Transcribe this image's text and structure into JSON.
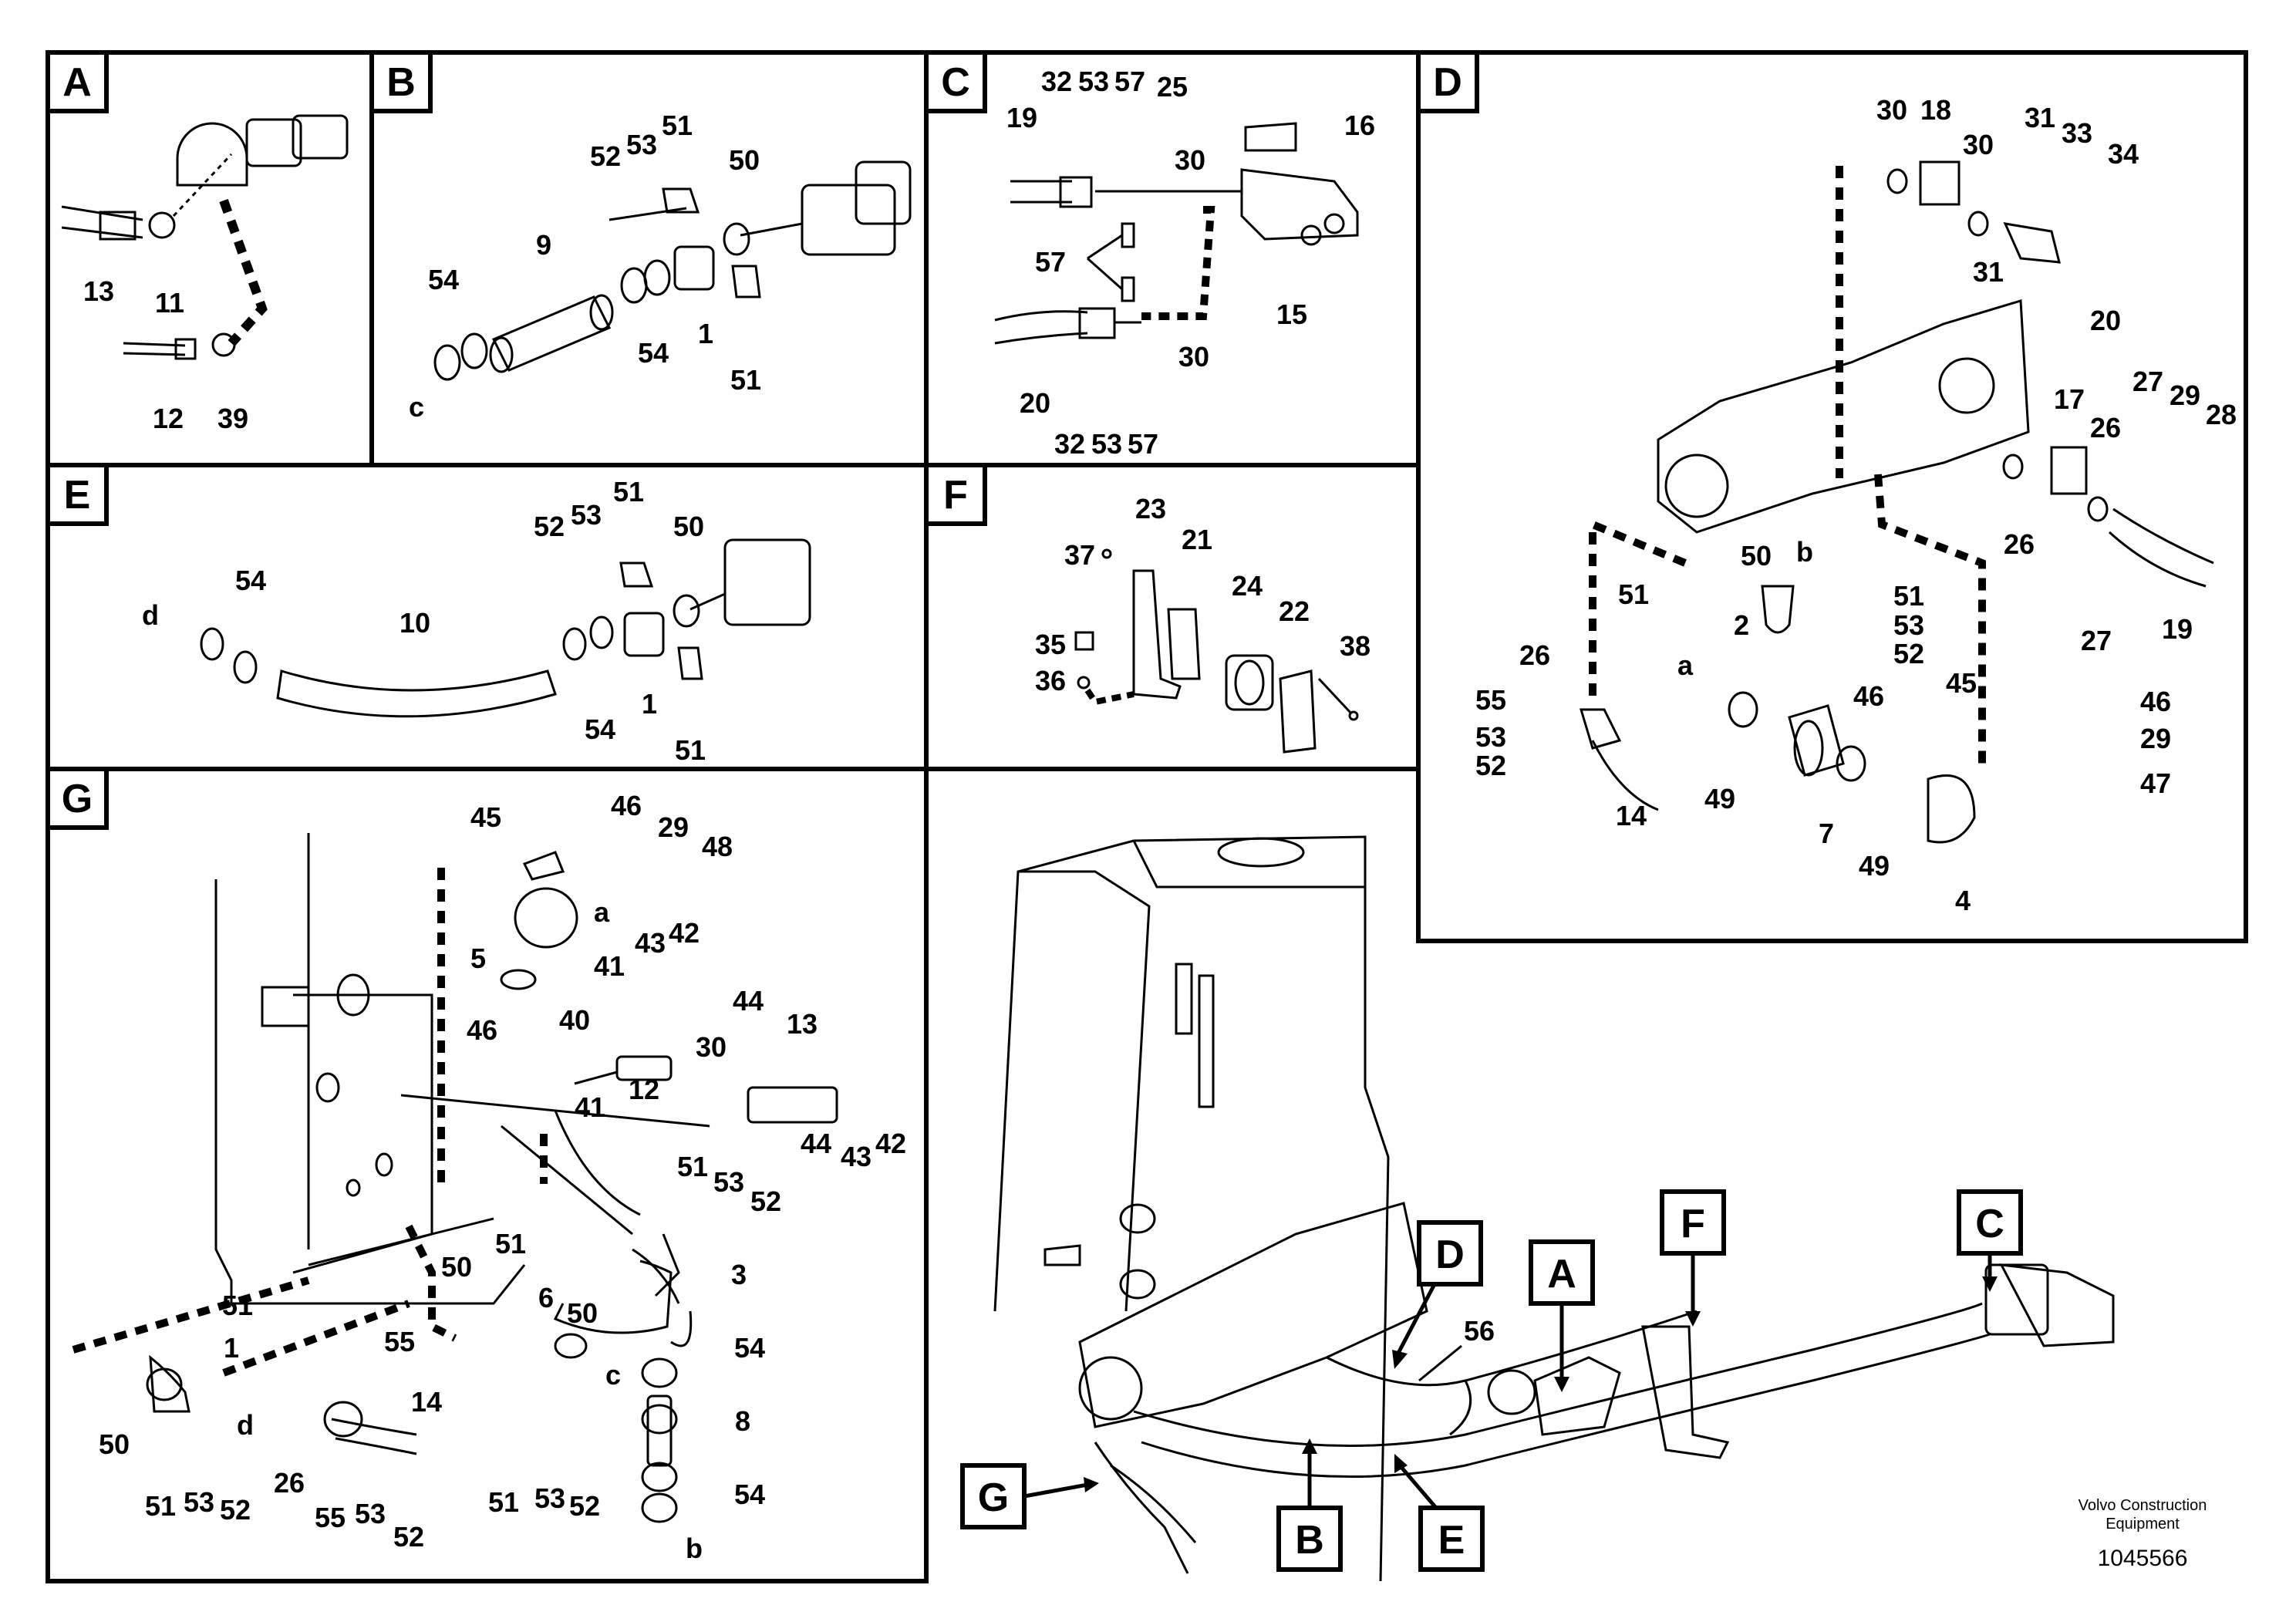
{
  "panels": {
    "A": {
      "letter": "A",
      "labels": [
        "13",
        "11",
        "12",
        "39"
      ]
    },
    "B": {
      "letter": "B",
      "labels": [
        "52",
        "53",
        "51",
        "50",
        "9",
        "54",
        "1",
        "54",
        "51",
        "c"
      ]
    },
    "C": {
      "letter": "C",
      "labels": [
        "32",
        "53",
        "57",
        "25",
        "19",
        "30",
        "16",
        "57",
        "15",
        "20",
        "30",
        "32",
        "53",
        "57"
      ]
    },
    "D": {
      "letter": "D",
      "labels": [
        "30",
        "18",
        "30",
        "31",
        "33",
        "34",
        "31",
        "20",
        "27",
        "29",
        "28",
        "17",
        "26",
        "26",
        "50",
        "b",
        "51",
        "51",
        "53",
        "52",
        "2",
        "27",
        "19",
        "26",
        "a",
        "55",
        "53",
        "52",
        "46",
        "45",
        "46",
        "29",
        "47",
        "14",
        "49",
        "7",
        "49",
        "4"
      ]
    },
    "E": {
      "letter": "E",
      "labels": [
        "52",
        "53",
        "51",
        "50",
        "54",
        "d",
        "10",
        "1",
        "54",
        "51"
      ]
    },
    "F": {
      "letter": "F",
      "labels": [
        "23",
        "37",
        "21",
        "24",
        "22",
        "35",
        "36",
        "38"
      ]
    },
    "G": {
      "letter": "G",
      "labels": [
        "45",
        "46",
        "29",
        "48",
        "5",
        "a",
        "43",
        "42",
        "41",
        "46",
        "44",
        "13",
        "40",
        "30",
        "12",
        "41",
        "44",
        "43",
        "42",
        "51",
        "53",
        "52",
        "3",
        "51",
        "50",
        "6",
        "c",
        "50",
        "54",
        "51",
        "1",
        "55",
        "14",
        "d",
        "50",
        "26",
        "8",
        "51",
        "53",
        "52",
        "55",
        "53",
        "52",
        "51",
        "53",
        "52",
        "54",
        "b"
      ]
    }
  },
  "overview": {
    "callouts": [
      "C",
      "F",
      "D",
      "A",
      "56",
      "G",
      "B",
      "E"
    ]
  },
  "footer": {
    "company": "Volvo Construction",
    "company2": "Equipment",
    "number": "1045566"
  }
}
